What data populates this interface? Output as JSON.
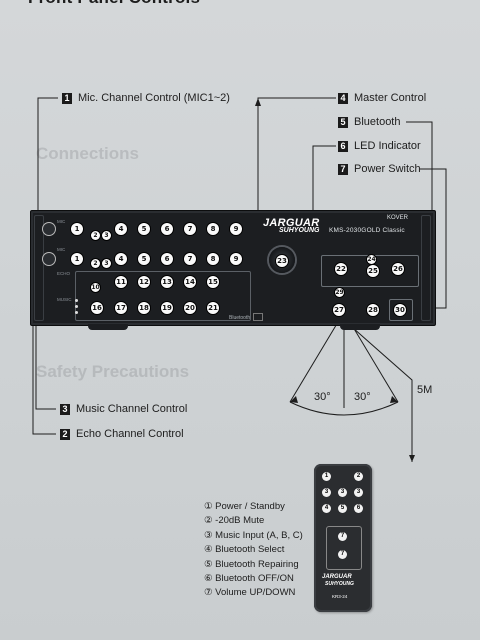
{
  "page": {
    "title": "Front Panel Controls"
  },
  "callouts": [
    {
      "num": "1",
      "text": "Mic. Channel Control (MIC1~2)"
    },
    {
      "num": "4",
      "text": "Master Control"
    },
    {
      "num": "5",
      "text": "Bluetooth"
    },
    {
      "num": "6",
      "text": "LED Indicator"
    },
    {
      "num": "7",
      "text": "Power Switch"
    },
    {
      "num": "3",
      "text": "Music Channel Control"
    },
    {
      "num": "2",
      "text": "Echo Channel Control"
    }
  ],
  "amplifier": {
    "brand_line1": "JARGUAR",
    "brand_line2": "SUHYOUNG",
    "model": "KMS-2030GOLD Classic",
    "maker": "KOVER",
    "mic1_knobs": [
      "1",
      "3",
      "4",
      "5",
      "6",
      "7",
      "8",
      "9"
    ],
    "mic2_knobs": [
      "1",
      "3",
      "4",
      "5",
      "6",
      "7",
      "8",
      "9"
    ],
    "small_knobs": [
      "2",
      "3"
    ],
    "echo_knobs": [
      "10",
      "11",
      "12",
      "13",
      "14",
      "15"
    ],
    "music_knobs": [
      "16",
      "17",
      "18",
      "19",
      "20",
      "21"
    ],
    "master_knob": "23",
    "right_knobs": [
      "22",
      "24",
      "25",
      "26",
      "27",
      "28",
      "29",
      "30"
    ],
    "mic_labels": [
      "MIC",
      "MIC"
    ],
    "echo_label": "ECHO",
    "music_label": "MUSIC",
    "bluetooth_mark": "Bluetooth"
  },
  "angles": {
    "left": "30°",
    "right": "30°",
    "distance": "5M"
  },
  "remote": {
    "buttons": [
      "1",
      "2",
      "3",
      "3",
      "3",
      "4",
      "5",
      "6",
      "7",
      "7"
    ],
    "brand_line1": "JARGUAR",
    "brand_line2": "SUHYOUNG",
    "model": "KR3-24"
  },
  "legend": [
    "① Power / Standby",
    "② -20dB Mute",
    "③ Music Input (A, B, C)",
    "④ Bluetooth Select",
    "⑤ Bluetooth Repairing",
    "⑥ Bluetooth OFF/ON",
    "⑦ Volume UP/DOWN"
  ],
  "bleed_through": {
    "connections": "Connections",
    "safety": "Safety Precautions"
  }
}
